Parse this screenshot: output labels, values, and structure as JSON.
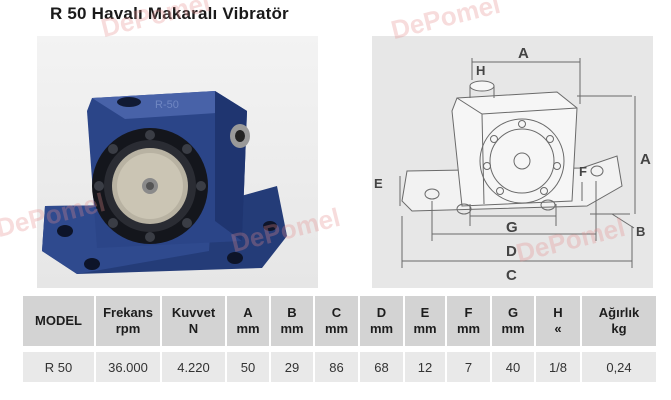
{
  "title": "R 50 Havalı Makaralı Vibratör",
  "watermark": "DePomel",
  "product_label": "R-50",
  "drawing": {
    "labels": {
      "A_top": "A",
      "H": "H",
      "F": "F",
      "E": "E",
      "A_right": "A",
      "B": "B",
      "G": "G",
      "D": "D",
      "C": "C"
    }
  },
  "table": {
    "headers": [
      {
        "line1": "MODEL",
        "line2": ""
      },
      {
        "line1": "Frekans",
        "line2": "rpm"
      },
      {
        "line1": "Kuvvet",
        "line2": "N"
      },
      {
        "line1": "A",
        "line2": "mm"
      },
      {
        "line1": "B",
        "line2": "mm"
      },
      {
        "line1": "C",
        "line2": "mm"
      },
      {
        "line1": "D",
        "line2": "mm"
      },
      {
        "line1": "E",
        "line2": "mm"
      },
      {
        "line1": "F",
        "line2": "mm"
      },
      {
        "line1": "G",
        "line2": "mm"
      },
      {
        "line1": "H",
        "line2": "«"
      },
      {
        "line1": "Ağırlık",
        "line2": "kg"
      }
    ],
    "row": [
      "R 50",
      "36.000",
      "4.220",
      "50",
      "29",
      "86",
      "68",
      "12",
      "7",
      "40",
      "1/8",
      "0,24"
    ]
  },
  "colors": {
    "body_blue": "#2f4a8e",
    "header_gray": "#d3d3d3",
    "row_gray": "#e9e9e9",
    "watermark": "#e68c8c"
  }
}
